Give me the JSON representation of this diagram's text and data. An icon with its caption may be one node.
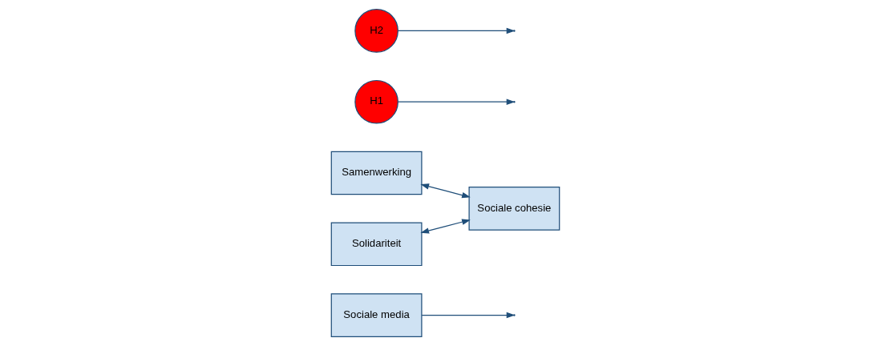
{
  "diagram": {
    "nodes": [
      {
        "text": [
          "Sociale media"
        ]
      },
      {
        "text": [
          "Samenwerking"
        ]
      },
      {
        "text": [
          "H1"
        ]
      },
      {
        "text": [
          "Sociale cohesie"
        ]
      },
      {
        "text": [
          "Solidariteit"
        ]
      },
      {
        "text": [
          "H2"
        ]
      }
    ],
    "edges": [
      {
        "from": 1,
        "to": 3,
        "arrow": "both"
      },
      {
        "from": 4,
        "to": 3,
        "arrow": "both"
      },
      {
        "from": 0,
        "to": null,
        "arrow": "to"
      },
      {
        "from": 2,
        "to": null,
        "arrow": "to"
      },
      {
        "from": 5,
        "to": null,
        "arrow": "to"
      }
    ]
  }
}
